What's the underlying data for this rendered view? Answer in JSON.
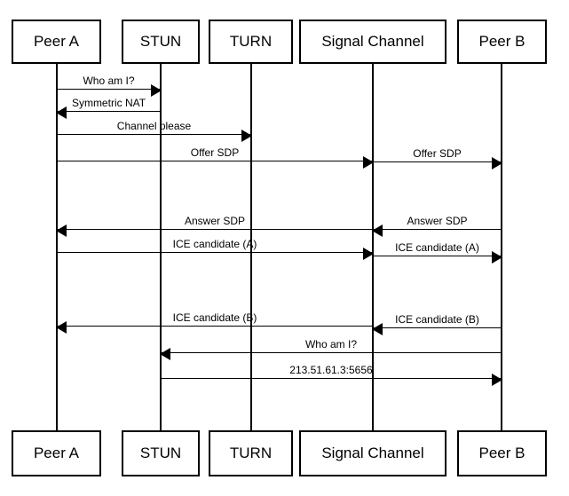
{
  "diagram": {
    "type": "sequence-diagram",
    "subject": "WebRTC / NAT traversal signaling flow",
    "background_color": "#ffffff",
    "line_color": "#000000",
    "actors": [
      {
        "label": "Peer A"
      },
      {
        "label": "STUN"
      },
      {
        "label": "TURN"
      },
      {
        "label": "Signal Channel"
      },
      {
        "label": "Peer B"
      }
    ],
    "messages": [
      {
        "label": "Who am I?",
        "from": "Peer A",
        "to": "STUN"
      },
      {
        "label": "Symmetric NAT",
        "from": "STUN",
        "to": "Peer A"
      },
      {
        "label": "Channel please",
        "from": "Peer A",
        "to": "TURN"
      },
      {
        "label": "Offer SDP",
        "from": "Peer A",
        "to": "Signal Channel"
      },
      {
        "label": "Offer SDP",
        "from": "Signal Channel",
        "to": "Peer B"
      },
      {
        "label": "Answer SDP",
        "from": "Signal Channel",
        "to": "Peer A"
      },
      {
        "label": "Answer SDP",
        "from": "Peer B",
        "to": "Signal Channel"
      },
      {
        "label": "ICE candidate (A)",
        "from": "Peer A",
        "to": "Signal Channel"
      },
      {
        "label": "ICE candidate (A)",
        "from": "Signal Channel",
        "to": "Peer B"
      },
      {
        "label": "ICE candidate (B)",
        "from": "Signal Channel",
        "to": "Peer A"
      },
      {
        "label": "ICE candidate (B)",
        "from": "Peer B",
        "to": "Signal Channel"
      },
      {
        "label": "Who am I?",
        "from": "Peer B",
        "to": "STUN"
      },
      {
        "label": "213.51.61.3:5656",
        "from": "STUN",
        "to": "Peer B"
      }
    ]
  }
}
